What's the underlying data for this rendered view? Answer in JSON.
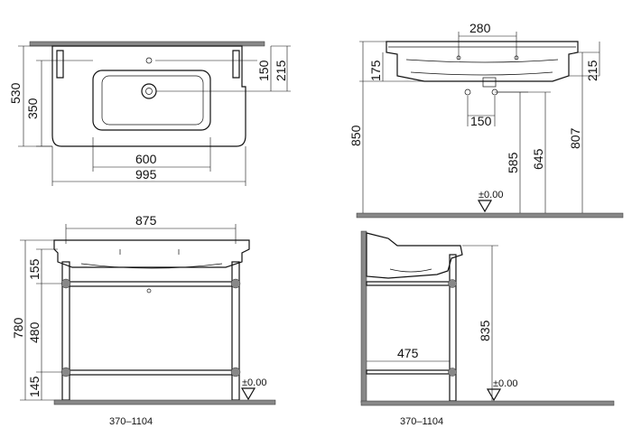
{
  "dims": {
    "top_width_inner": "600",
    "top_width_outer": "995",
    "top_depth_total": "530",
    "top_depth_basin": "350",
    "top_tap_offset": "150",
    "top_edge_depth": "215",
    "side_tap_spacing": "280",
    "side_height_175": "175",
    "side_height_215": "215",
    "side_waste_spacing": "150",
    "side_height_850": "850",
    "side_height_585": "585",
    "side_height_645": "645",
    "side_height_807": "807",
    "side_floor": "±0.00",
    "front_width": "875",
    "front_h_155": "155",
    "front_h_780": "780",
    "front_h_480": "480",
    "front_h_145": "145",
    "front_floor": "±0.00",
    "side2_depth": "475",
    "side2_height": "835",
    "side2_floor": "±0.00"
  },
  "codes": {
    "front_code": "370–1104",
    "side_code": "370–1104"
  }
}
